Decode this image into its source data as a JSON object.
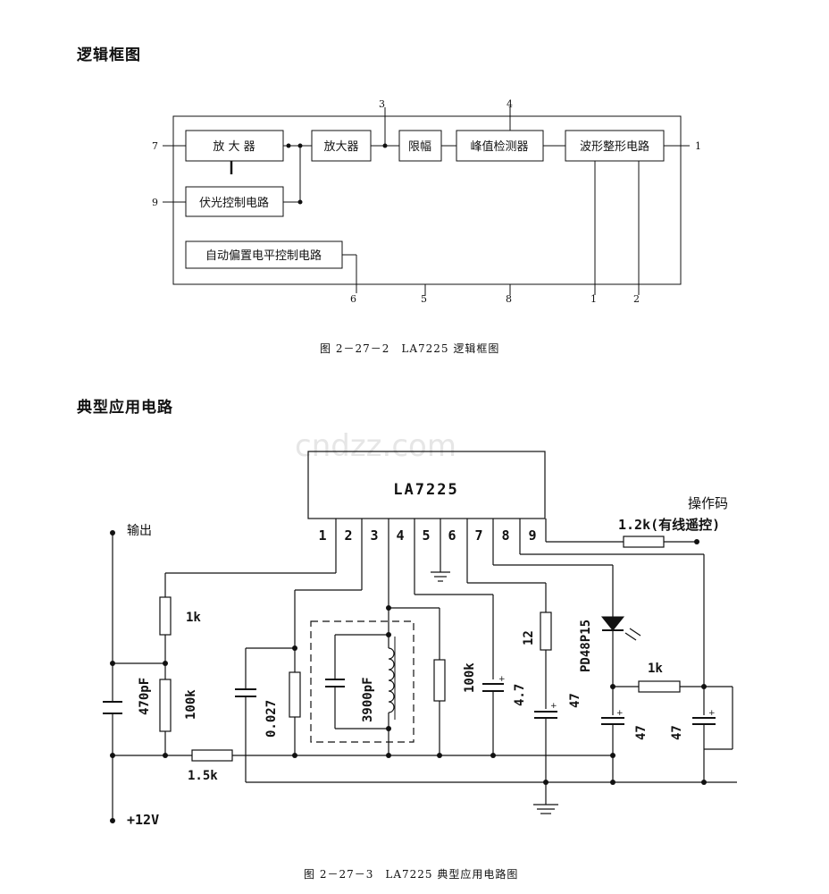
{
  "section1_heading": "逻辑框图",
  "section2_heading": "典型应用电路",
  "watermark": "cndzz.com",
  "logic": {
    "blocks": {
      "amp1": "放 大 器",
      "amp2": "放大器",
      "limiter": "限幅",
      "peak": "峰值检测器",
      "shaper": "波形整形电路",
      "light": "伏光控制电路",
      "bias": "自动偏置电平控制电路"
    },
    "pins": {
      "p7": "7",
      "p9": "9",
      "p3": "3",
      "p4": "4",
      "p1r": "1",
      "b6": "6",
      "b5": "5",
      "b8": "8",
      "b1": "1",
      "b2": "2"
    },
    "caption": "图 2－27－2　LA7225 逻辑框图"
  },
  "circuit": {
    "chip": "LA7225",
    "pins": [
      "1",
      "2",
      "3",
      "4",
      "5",
      "6",
      "7",
      "8",
      "9"
    ],
    "output": "输出",
    "supply": "+12V",
    "opcode": "操作码",
    "r_remote": "1.2k(有线遥控)",
    "r1k_top": "1k",
    "c470": "470pF",
    "r100k_left": "100k",
    "r1_5k": "1.5k",
    "c0027": "0.027",
    "c3900": "3900pF",
    "r100k_mid": "100k",
    "c4_7": "4.7",
    "r12": "12",
    "c47_a": "47",
    "pd": "PD48P15",
    "r1k_right": "1k",
    "c47_b": "47",
    "c47_c": "47",
    "caption": "图 2－27－3　LA7225 典型应用电路图"
  }
}
